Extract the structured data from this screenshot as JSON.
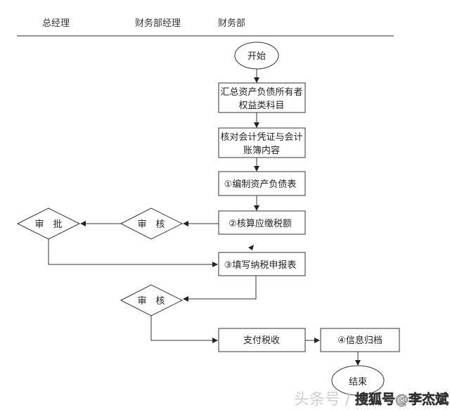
{
  "lanes": [
    "总经理",
    "财务部经理",
    "财务部"
  ],
  "nodes": {
    "start": "开始",
    "step_summarize_1": "汇总资产负债所有者",
    "step_summarize_2": "权益类科目",
    "step_check_1": "核对会计凭证与会计",
    "step_check_2": "账簿内容",
    "step1": "①编制资产负债表",
    "step2": "②核算应缴税额",
    "review1": "审　核",
    "approve": "审　批",
    "step3": "③填写纳税申报表",
    "review2": "审　核",
    "pay": "支付税收",
    "step4": "④信息归档",
    "end": "结束"
  },
  "watermark": {
    "prefix": "头条号 /",
    "name": "搜狐号@李杰斌"
  },
  "colors": {
    "line": "#333333",
    "background": "#ffffff"
  }
}
